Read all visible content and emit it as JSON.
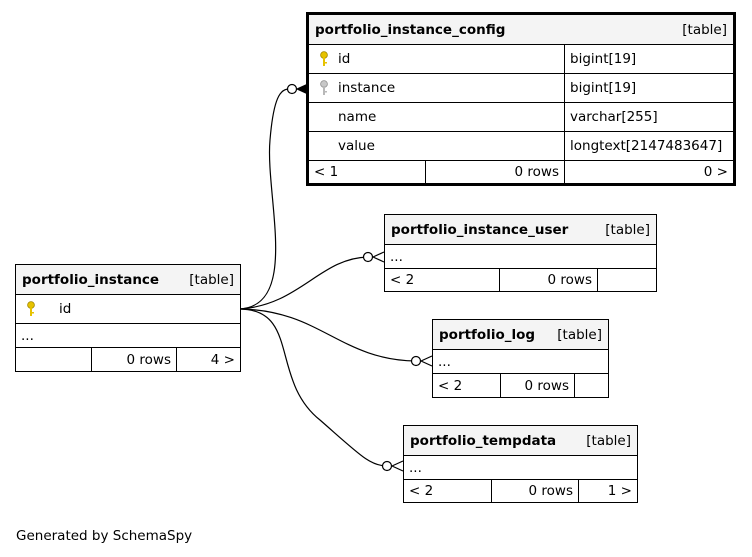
{
  "tables": {
    "config": {
      "name": "portfolio_instance_config",
      "kind": "[table]",
      "columns": [
        {
          "name": "id",
          "type": "bigint[19]",
          "key": "primary"
        },
        {
          "name": "instance",
          "type": "bigint[19]",
          "key": "foreign"
        },
        {
          "name": "name",
          "type": "varchar[255]",
          "key": ""
        },
        {
          "name": "value",
          "type": "longtext[2147483647]",
          "key": ""
        }
      ],
      "footer": {
        "left": "< 1",
        "rows": "0 rows",
        "right": "0 >"
      }
    },
    "user": {
      "name": "portfolio_instance_user",
      "kind": "[table]",
      "ellipsis": "...",
      "footer": {
        "left": "< 2",
        "rows": "0 rows",
        "right": ""
      }
    },
    "log": {
      "name": "portfolio_log",
      "kind": "[table]",
      "ellipsis": "...",
      "footer": {
        "left": "< 2",
        "rows": "0 rows",
        "right": ""
      }
    },
    "tempdata": {
      "name": "portfolio_tempdata",
      "kind": "[table]",
      "ellipsis": "...",
      "footer": {
        "left": "< 2",
        "rows": "0 rows",
        "right": "1 >"
      }
    },
    "instance": {
      "name": "portfolio_instance",
      "kind": "[table]",
      "column": {
        "name": "id",
        "key": "primary"
      },
      "ellipsis": "...",
      "footer": {
        "left": "",
        "rows": "0 rows",
        "right": "4 >"
      }
    }
  },
  "footer_text": "Generated by SchemaSpy",
  "colors": {
    "primary_key": "#e6c200",
    "foreign_key": "#b8b8b8",
    "header_bg": "#f4f4f4"
  }
}
